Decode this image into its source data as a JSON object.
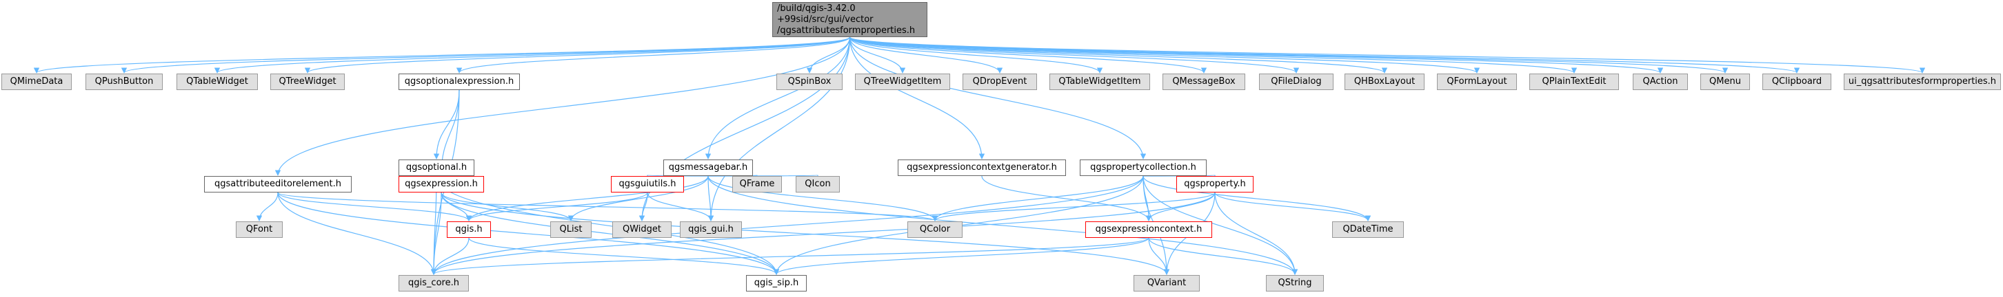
{
  "root": {
    "lines": [
      "/build/qgis-3.42.0",
      "+99sid/src/gui/vector",
      "/qgsattributesformproperties.h"
    ]
  },
  "nodes": {
    "qmimedata": "QMimeData",
    "qpushbutton": "QPushButton",
    "qtablewidget": "QTableWidget",
    "qtreewidget": "QTreeWidget",
    "qgsoptionalexpression": "qgsoptionalexpression.h",
    "qspinbox": "QSpinBox",
    "qtreewidgetitem": "QTreeWidgetItem",
    "qdropevent": "QDropEvent",
    "qtablewidgetitem": "QTableWidgetItem",
    "qmessagebox": "QMessageBox",
    "qfiledialog": "QFileDialog",
    "qhboxlayout": "QHBoxLayout",
    "qformlayout": "QFormLayout",
    "qplaintextedit": "QPlainTextEdit",
    "qaction": "QAction",
    "qmenu": "QMenu",
    "qclipboard": "QClipboard",
    "ui_qgsattributesformproperties": "ui_qgsattributesformproperties.h",
    "qgsoptional": "qgsoptional.h",
    "qgsmessagebar": "qgsmessagebar.h",
    "qgsexpressioncontextgenerator": "qgsexpressioncontextgenerator.h",
    "qgspropertycollection": "qgspropertycollection.h",
    "qgsexpression": "qgsexpression.h",
    "qgsguiutils": "qgsguiutils.h",
    "qframe": "QFrame",
    "qicon": "QIcon",
    "qgsproperty": "qgsproperty.h",
    "qgsattributeeditorelement": "qgsattributeeditorelement.h",
    "qfont": "QFont",
    "qgis": "qgis.h",
    "qlist": "QList",
    "qwidget": "QWidget",
    "qgis_gui": "qgis_gui.h",
    "qcolor": "QColor",
    "qgsexpressioncontext": "qgsexpressioncontext.h",
    "qdatetime": "QDateTime",
    "qgis_core": "qgis_core.h",
    "qgis_sip": "qgis_sip.h",
    "qvariant": "QVariant",
    "qstring": "QString"
  },
  "colors": {
    "edge": "#63b8ff",
    "system_fill": "#e0e0e0",
    "root_fill": "#999999",
    "warning_border": "#ff0000"
  }
}
